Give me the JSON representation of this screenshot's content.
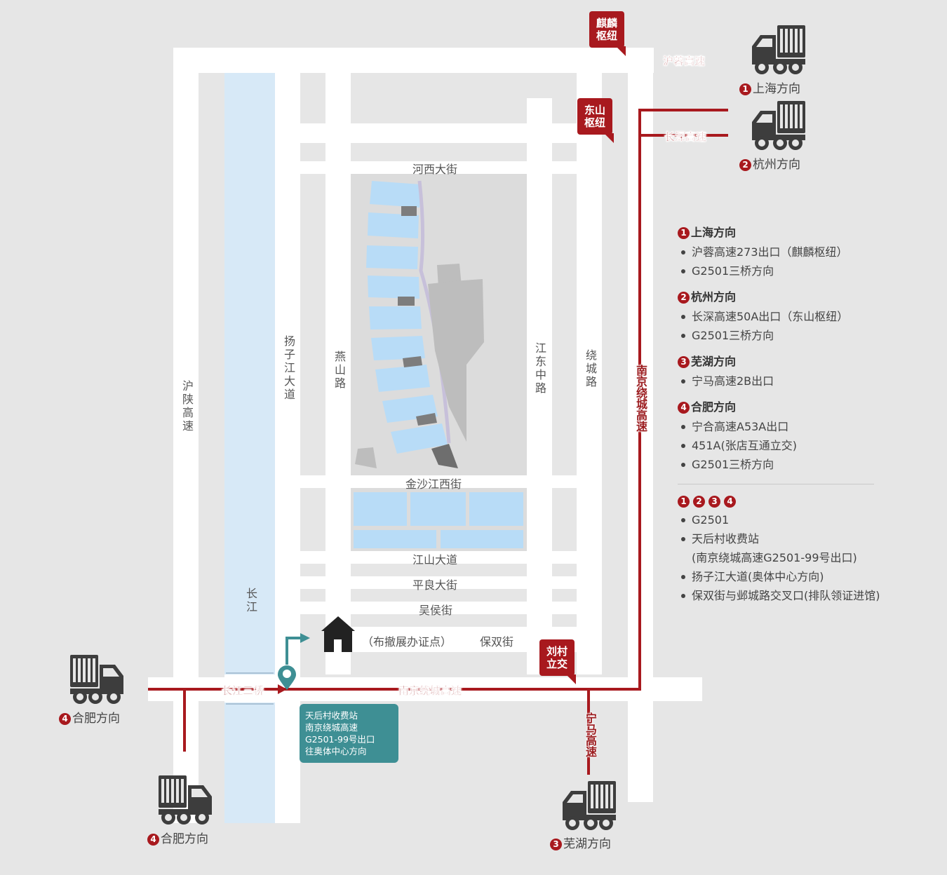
{
  "map": {
    "streets": {
      "hexi": "河西大街",
      "jinshajiang": "金沙江西街",
      "jiangshan": "江山大道",
      "pingliang": "平良大街",
      "wuhou": "吴侯街",
      "baoshuang": "保双街",
      "huwan": "沪陕高速",
      "yangzijiang": "扬子江大道",
      "yanshan": "燕山路",
      "jiangdong": "江东中路",
      "raocheng": "绕城路",
      "changjiang_river": "长江"
    },
    "highways": {
      "hurong": "沪蓉高速",
      "changshen": "长深高速",
      "nanjing_ring": "南京绕城高速",
      "nanjing_ring_vertical": "南京绕城高速",
      "changjiang_bridge": "长江三桥",
      "ningma": "宁马高速"
    },
    "hubs": {
      "qilin": "麒麟\n枢纽",
      "dongshan": "东山\n枢纽",
      "liucun": "刘村\n立交"
    },
    "directions": {
      "shanghai": {
        "num": "1",
        "label": "上海方向"
      },
      "hangzhou": {
        "num": "2",
        "label": "杭州方向"
      },
      "wuhu": {
        "num": "3",
        "label": "芜湖方向"
      },
      "hefei_left": {
        "num": "4",
        "label": "合肥方向"
      },
      "hefei_bottom": {
        "num": "4",
        "label": "合肥方向"
      }
    },
    "registration_point": "（布撤展办证点）",
    "toll_box": [
      "天后村收费站",
      "南京绕城高速",
      "G2501-99号出口",
      "往奥体中心方向"
    ]
  },
  "legend": {
    "sections": [
      {
        "num": "1",
        "title": "上海方向",
        "items": [
          "沪蓉高速273出口（麒麟枢纽）",
          "G2501三桥方向"
        ]
      },
      {
        "num": "2",
        "title": "杭州方向",
        "items": [
          "长深高速50A出口（东山枢纽）",
          "G2501三桥方向"
        ]
      },
      {
        "num": "3",
        "title": "芜湖方向",
        "items": [
          "宁马高速2B出口"
        ]
      },
      {
        "num": "4",
        "title": "合肥方向",
        "items": [
          "宁合高速A53A出口",
          "451A(张店互通立交)",
          "G2501三桥方向"
        ]
      }
    ],
    "common": {
      "nums": [
        "1",
        "2",
        "3",
        "4"
      ],
      "items": [
        "G2501",
        "天后村收费站",
        "(南京绕城高速G2501-99号出口)",
        "扬子江大道(奥体中心方向)",
        "保双街与邺城路交叉口(排队领证进馆)"
      ]
    }
  },
  "colors": {
    "route": "#a8191e",
    "river": "#d7e9f7",
    "building": "#b8dcf7",
    "road": "#ffffff",
    "background": "#e6e6e6",
    "teal": "#3e8f94"
  }
}
